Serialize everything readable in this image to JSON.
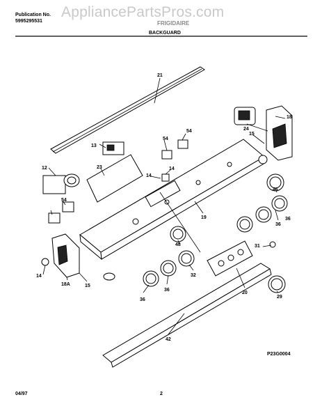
{
  "header": {
    "publication_label": "Publication No.",
    "publication_number": "5995295531",
    "brand": "FRIGIDAIRE",
    "section_title": "BACKGUARD",
    "watermark": "AppliancePartsPros.com"
  },
  "diagram": {
    "code": "P23G0004",
    "callouts": [
      "21",
      "24",
      "18",
      "15",
      "13",
      "54",
      "54",
      "12",
      "23",
      "14",
      "14",
      "46",
      "54",
      "19",
      "36",
      "36",
      "48",
      "31",
      "32",
      "36",
      "36",
      "20",
      "29",
      "14",
      "18A",
      "15",
      "42"
    ]
  },
  "footer": {
    "date": "04/97",
    "page": "2"
  }
}
